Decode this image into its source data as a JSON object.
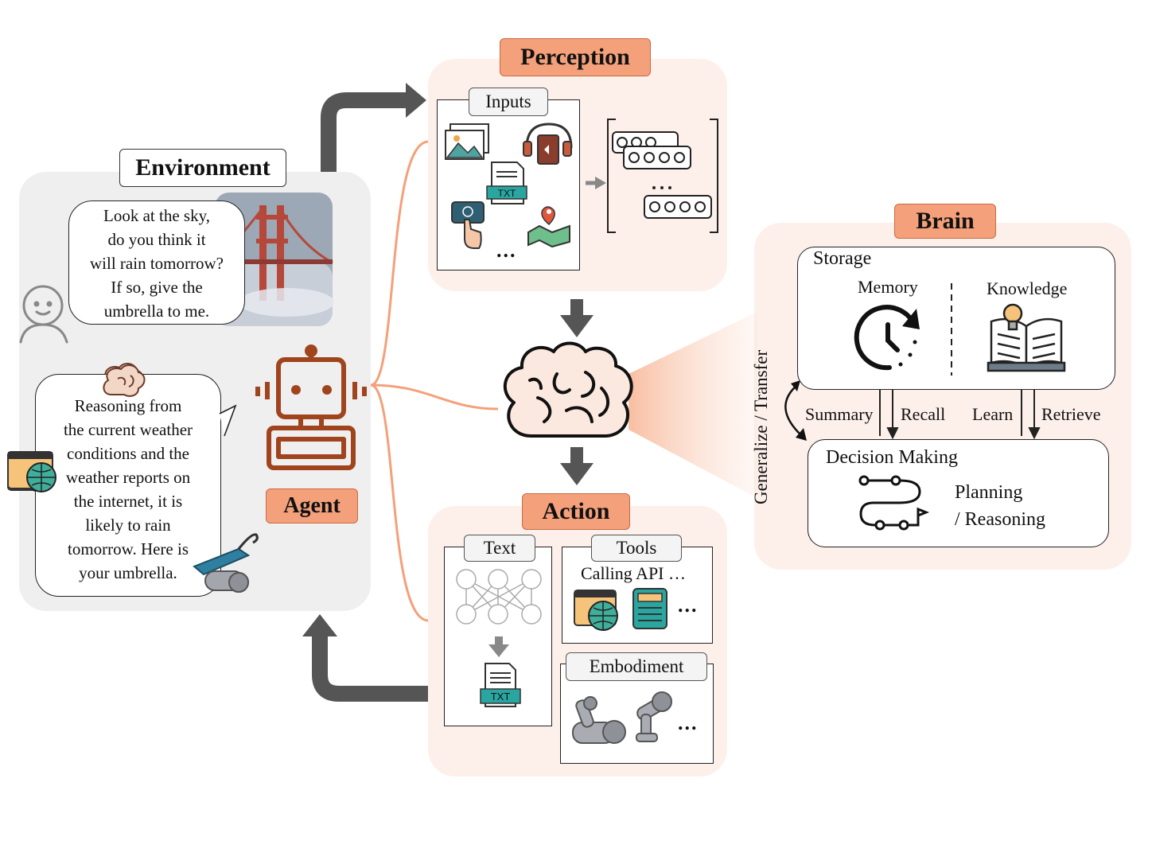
{
  "environment": {
    "title": "Environment",
    "user_message": "Look at the sky,\ndo you think it\nwill rain tomorrow?\nIf so, give the\numbrella to me.",
    "agent_message": "Reasoning from\nthe current weather\nconditions and the\nweather reports on\nthe internet, it is\nlikely to rain\ntomorrow. Here is\nyour umbrella."
  },
  "agent": {
    "label": "Agent"
  },
  "perception": {
    "title": "Perception",
    "inputs_label": "Inputs",
    "txt_badge": "TXT",
    "ellipsis": "..."
  },
  "action": {
    "title": "Action",
    "text_label": "Text",
    "tools_label": "Tools",
    "calling_api": "Calling API …",
    "embodiment_label": "Embodiment",
    "txt_badge": "TXT",
    "ellipsis": "..."
  },
  "brain": {
    "title": "Brain",
    "storage": "Storage",
    "memory": "Memory",
    "knowledge": "Knowledge",
    "summary": "Summary",
    "recall": "Recall",
    "learn": "Learn",
    "retrieve": "Retrieve",
    "decision_making": "Decision Making",
    "planning": "Planning\n/ Reasoning",
    "generalize": "Generalize / Transfer"
  },
  "colors": {
    "accent": "#f4a07a",
    "accent_border": "#c96b45",
    "agent_brown": "#a0441e",
    "panel_peach": "#fdf0ea",
    "panel_gray": "#efefef",
    "connector_orange": "#f4a07a",
    "flow_gray": "#555555",
    "teal": "#2aa6a0"
  }
}
